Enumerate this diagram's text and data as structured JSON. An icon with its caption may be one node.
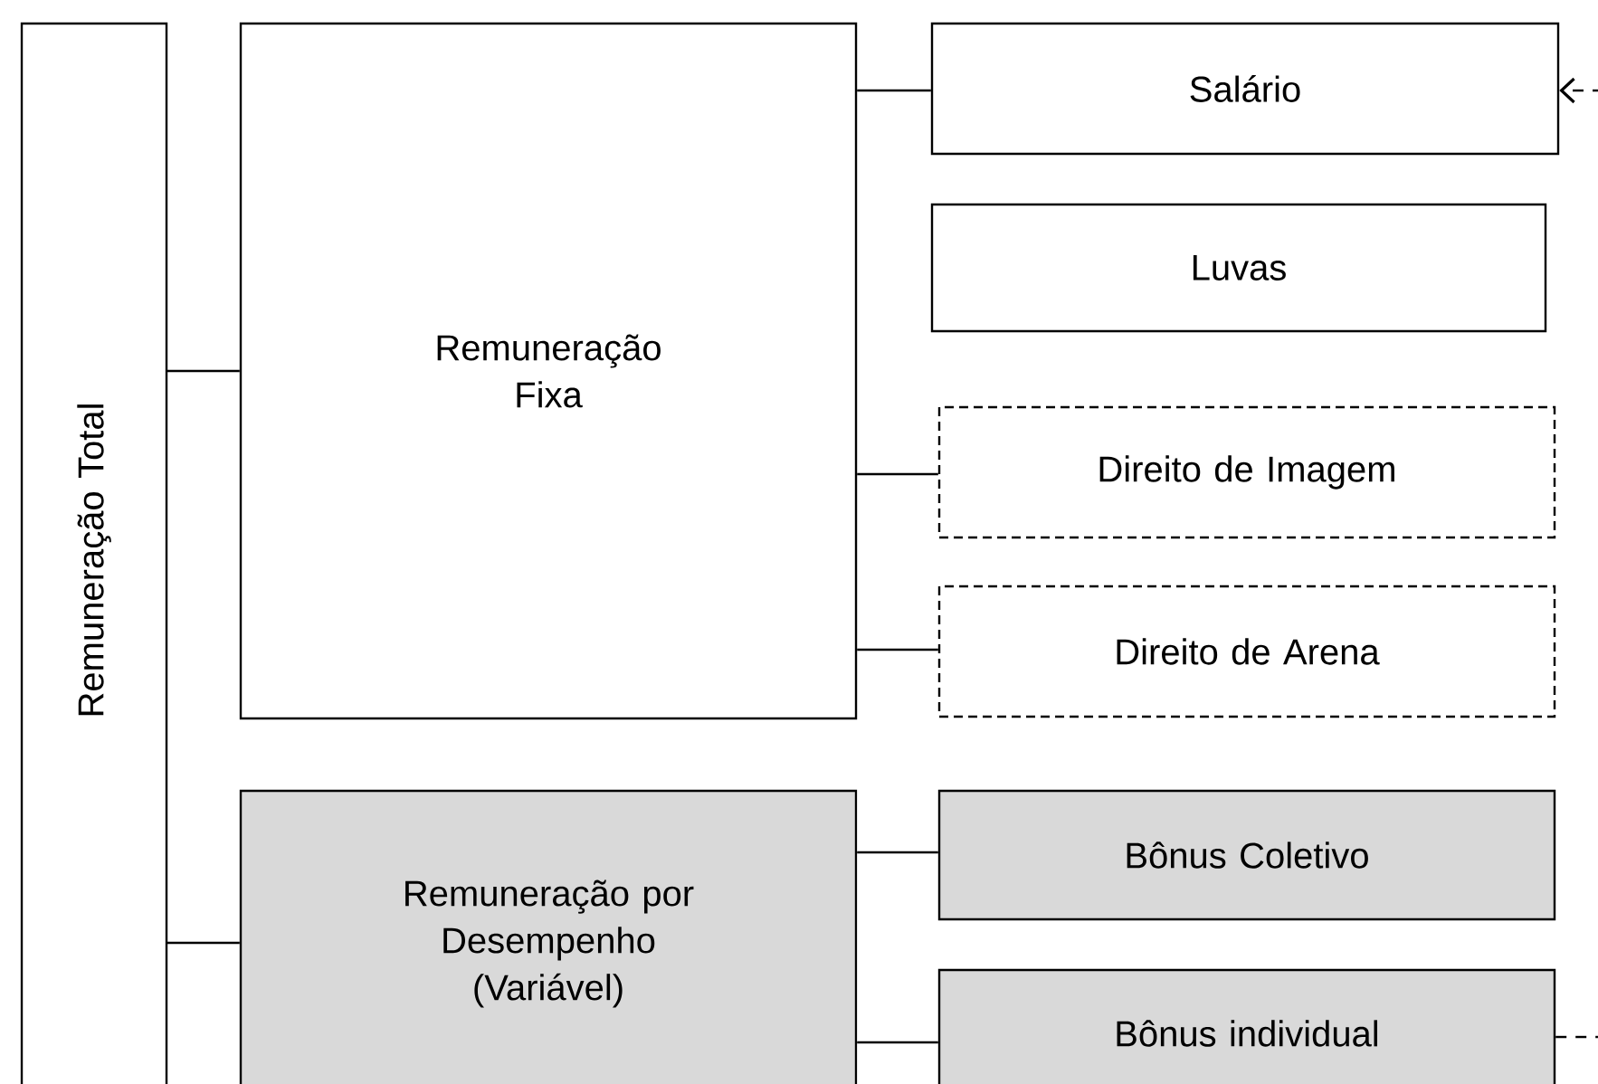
{
  "diagram": {
    "nodes": [
      {
        "text": [
          "Remuneração Total"
        ]
      },
      {
        "text": [
          "Remuneração Fixa"
        ]
      },
      {
        "text": [
          "Salário"
        ]
      },
      {
        "text": [
          "Luvas"
        ]
      },
      {
        "text": [
          "Direito de Imagem"
        ]
      },
      {
        "text": [
          "Direito de Arena"
        ]
      },
      {
        "text": [
          "Remuneração por Desempenho (Variável)"
        ]
      },
      {
        "text": [
          "Bônus Coletivo"
        ]
      },
      {
        "text": [
          "Bônus individual"
        ]
      }
    ],
    "edges": [
      {
        "from": 0,
        "to": 1,
        "arrow": "none"
      },
      {
        "from": 0,
        "to": 6,
        "arrow": "none"
      },
      {
        "from": 1,
        "to": 2,
        "arrow": "none"
      },
      {
        "from": 1,
        "to": 4,
        "arrow": "none"
      },
      {
        "from": 1,
        "to": 5,
        "arrow": "none"
      },
      {
        "from": 6,
        "to": 7,
        "arrow": "none"
      },
      {
        "from": 6,
        "to": 8,
        "arrow": "none"
      },
      {
        "from": null,
        "to": 2,
        "arrow": "to",
        "style": "dashed"
      },
      {
        "from": 8,
        "to": null,
        "arrow": "none",
        "style": "dashed"
      }
    ]
  }
}
